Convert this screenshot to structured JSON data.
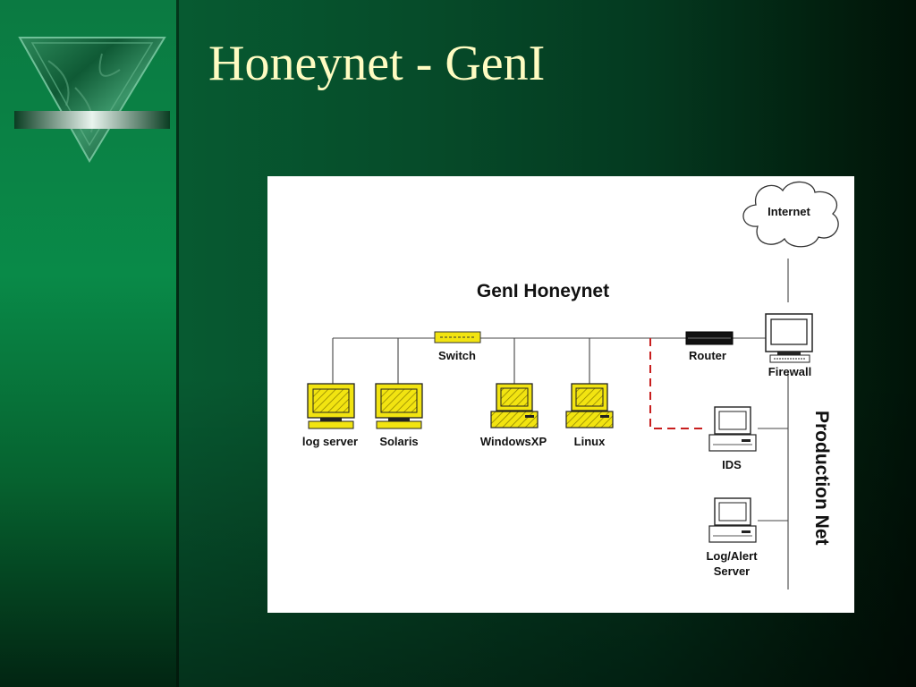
{
  "slide": {
    "title": "Honeynet - GenI"
  },
  "diagram": {
    "heading": "GenI Honeynet",
    "nodes": {
      "internet": "Internet",
      "switch": "Switch",
      "router": "Router",
      "firewall": "Firewall",
      "log_server": "log server",
      "solaris": "Solaris",
      "windows_xp": "WindowsXP",
      "linux": "Linux",
      "ids": "IDS",
      "log_alert_line1": "Log/Alert",
      "log_alert_line2": "Server"
    },
    "production_net": "Production Net"
  },
  "colors": {
    "background_green": "#075a31",
    "title_text": "#fffcc2",
    "honeypot_yellow": "#f2e411",
    "monitor_link_red": "#c81e1e"
  }
}
